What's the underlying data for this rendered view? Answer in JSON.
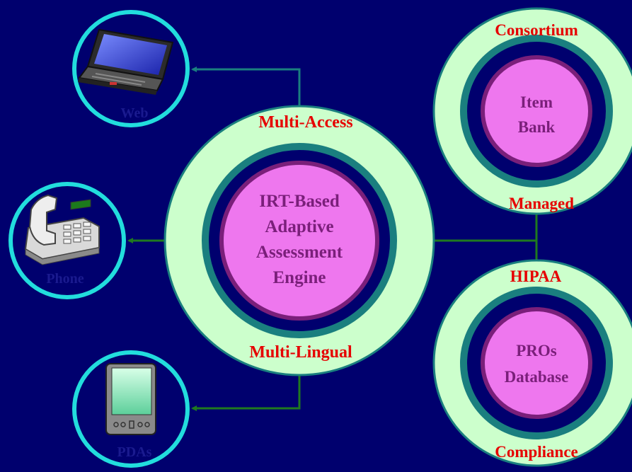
{
  "engine": {
    "line1": "IRT-Based",
    "line2": "Adaptive",
    "line3": "Assessment",
    "line4": "Engine",
    "label_top": "Multi-Access",
    "label_bottom": "Multi-Lingual"
  },
  "item_bank": {
    "line1": "Item",
    "line2": "Bank",
    "label_top": "Consortium",
    "label_bottom": "Managed"
  },
  "pros_db": {
    "line1": "PROs",
    "line2": "Database",
    "label_top": "HIPAA",
    "label_bottom": "Compliance"
  },
  "devices": {
    "laptop_label": "Web",
    "phone_label": "Phone",
    "pda_label": "PDAs"
  },
  "colors": {
    "background": "#00006e",
    "outer_ring": "#ccffcc",
    "teal_border": "#1a7f7f",
    "core": "#ee77ee",
    "core_border": "#7a1f7a",
    "label_red": "#e60000",
    "arrow_green": "#1f7a1f",
    "arrow_teal": "#1a7f7f",
    "device_circle": "#22dddd"
  },
  "icons": [
    "laptop-icon",
    "telephone-icon",
    "pda-icon"
  ]
}
